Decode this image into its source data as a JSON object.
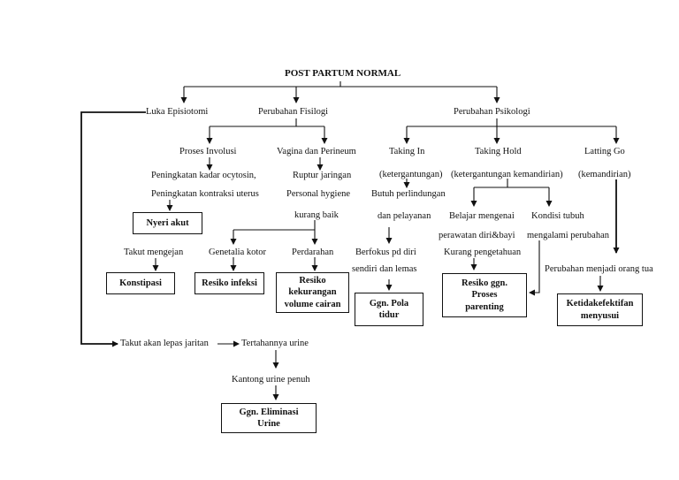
{
  "diagram": {
    "title": "POST PARTUM NORMAL",
    "branches": {
      "luka": "Luka Episiotomi",
      "fisik": "Perubahan Fisilogi",
      "psiko": "Perubahan Psikologi"
    },
    "fisik": {
      "involusi": "Proses Involusi",
      "perineum": "Vagina dan Perineum",
      "oksitosin": "Peningkatan kadar ocytosin,",
      "kontraksi": "Peningkatan kontraksi uterus",
      "ruptur": "Ruptur jaringan",
      "hygiene": "Personal hygiene",
      "kurang_baik": "kurang baik",
      "nyeri": "Nyeri akut",
      "takut_mengejan": "Takut mengejan",
      "konstipasi": "Konstipasi",
      "genetalia": "Genetalia kotor",
      "infeksi": "Resiko infeksi",
      "perdarahan": "Perdarahan",
      "cairan": "Resiko\nkekurangan\nvolume cairan"
    },
    "eliminasi": {
      "takut_lepas": "Takut akan lepas jaritan",
      "tertahan": "Tertahannya urine",
      "kantong": "Kantong urine penuh",
      "gangguan": "Ggn. Eliminasi\nUrine"
    },
    "taking_in": {
      "label": "Taking In",
      "sub": "(ketergantungan)",
      "butuh": "Butuh perlindungan",
      "pelayanan": "dan pelayanan",
      "berfokus": "Berfokus pd diri",
      "sendiri": "sendiri dan lemas",
      "pola_tidur": "Ggn. Pola\ntidur"
    },
    "taking_hold": {
      "label": "Taking Hold",
      "sub": "(ketergantungan kemandirian)",
      "belajar": "Belajar mengenai",
      "perawatan": "perawatan diri&bayi",
      "kurang_pengetahuan": "Kurang pengetahuan",
      "parenting": "Resiko ggn.\nProses\nparenting",
      "kondisi": "Kondisi tubuh",
      "mengalami": "mengalami perubahan"
    },
    "letting_go": {
      "label": "Latting Go",
      "sub": "(kemandirian)",
      "orang_tua": "Perubahan menjadi orang tua",
      "menyusui": "Ketidakefektifan\nmenyusui"
    }
  }
}
